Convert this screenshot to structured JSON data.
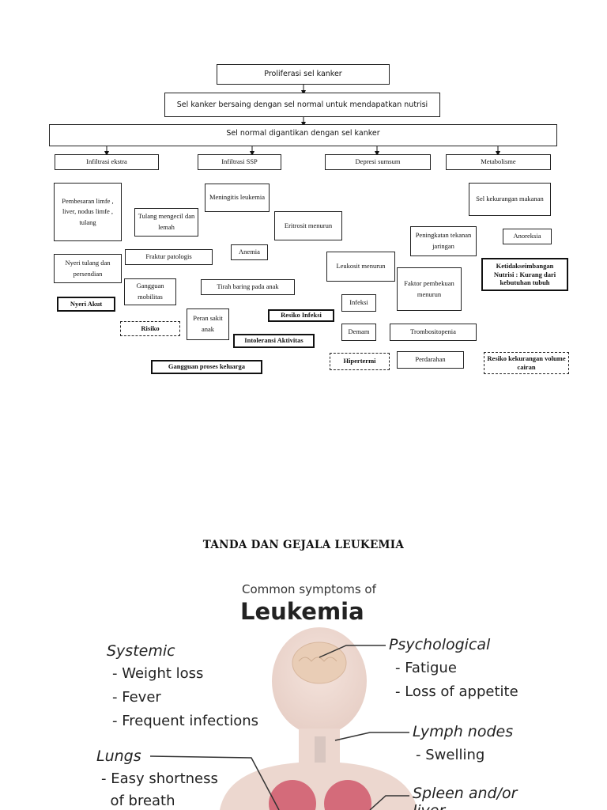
{
  "flow": {
    "n1": "Proliferasi sel kanker",
    "n2": "Sel kanker bersaing dengan sel normal untuk mendapatkan nutrisi",
    "n3": "Sel normal digantikan dengan sel kanker",
    "c1": "Infiltrasi ekstra",
    "c2": "Infiltrasi SSP",
    "c3": "Depresi sumsum",
    "c4": "Metabolisme",
    "pembesaran": "Pembesaran limfe , liver, nodus limfe , tulang",
    "tulang_mengecil": "Tulang mengecil dan lemah",
    "meningitis": "Meningitis leukemia",
    "eritrosit": "Eritrosit menurun",
    "peningkatan": "Peningkatan tekanan jaringan",
    "sel_kekurangan": "Sel kekurangan makanan",
    "anoreksia": "Anoreksia",
    "fraktur": "Fraktur patologis",
    "anemia": "Anemia",
    "nyeri_tulang": "Nyeri tulang dan persendian",
    "leukosit": "Leukosit menurun",
    "ketidakseimbangan": "Ketidakseimbangan Nutrisi : Kurang dari kebutuhan tubuh",
    "faktor": "Faktor pembekuan menurun",
    "gangguan_mobilitas": "Gangguan mobilitas",
    "tirah_baring": "Tirah baring pada anak",
    "nyeri_akut": "Nyeri Akut",
    "infeksi": "Infeksi",
    "peran": "Peran sakit anak",
    "resiko_infeksi": "Resiko Infeksi",
    "risiko": "Risiko",
    "demam": "Demam",
    "trombositopenia": "Trombositopenia",
    "intoleransi": "Intoleransi Aktivitas",
    "hipertermi": "Hipertermi",
    "perdarahan": "Perdarahan",
    "resiko_kekurangan": "Resiko kekurangan volume cairan",
    "gangguan_proses": "Gangguan proses keluarga"
  },
  "section_title": "TANDA DAN GEJALA LEUKEMIA",
  "figure": {
    "title_line1": "Common symptoms of",
    "title_line2": "Leukemia",
    "systemic": "Systemic",
    "systemic_items": [
      "- Weight loss",
      "- Fever",
      "- Frequent infections"
    ],
    "lungs": "Lungs",
    "lungs_items": [
      "- Easy shortness",
      "  of breath"
    ],
    "psychological": "Psychological",
    "psychological_items": [
      "- Fatigue",
      "- Loss of appetite"
    ],
    "lymph": "Lymph nodes",
    "lymph_items": [
      "- Swelling"
    ],
    "spleen": "Spleen and/or liver"
  }
}
